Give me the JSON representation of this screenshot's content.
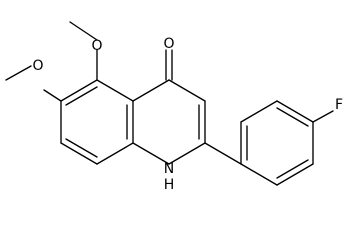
{
  "molecule": {
    "atom_labels": {
      "carbonyl_oxygen": "O",
      "methoxy_oxygen_1": "O",
      "methoxy_oxygen_2": "O",
      "ring_nitrogen": "N",
      "ring_hydrogen": "H",
      "fluorine": "F"
    }
  },
  "colors": {
    "bond": "#000000",
    "label": "#000000",
    "background": "#ffffff"
  }
}
